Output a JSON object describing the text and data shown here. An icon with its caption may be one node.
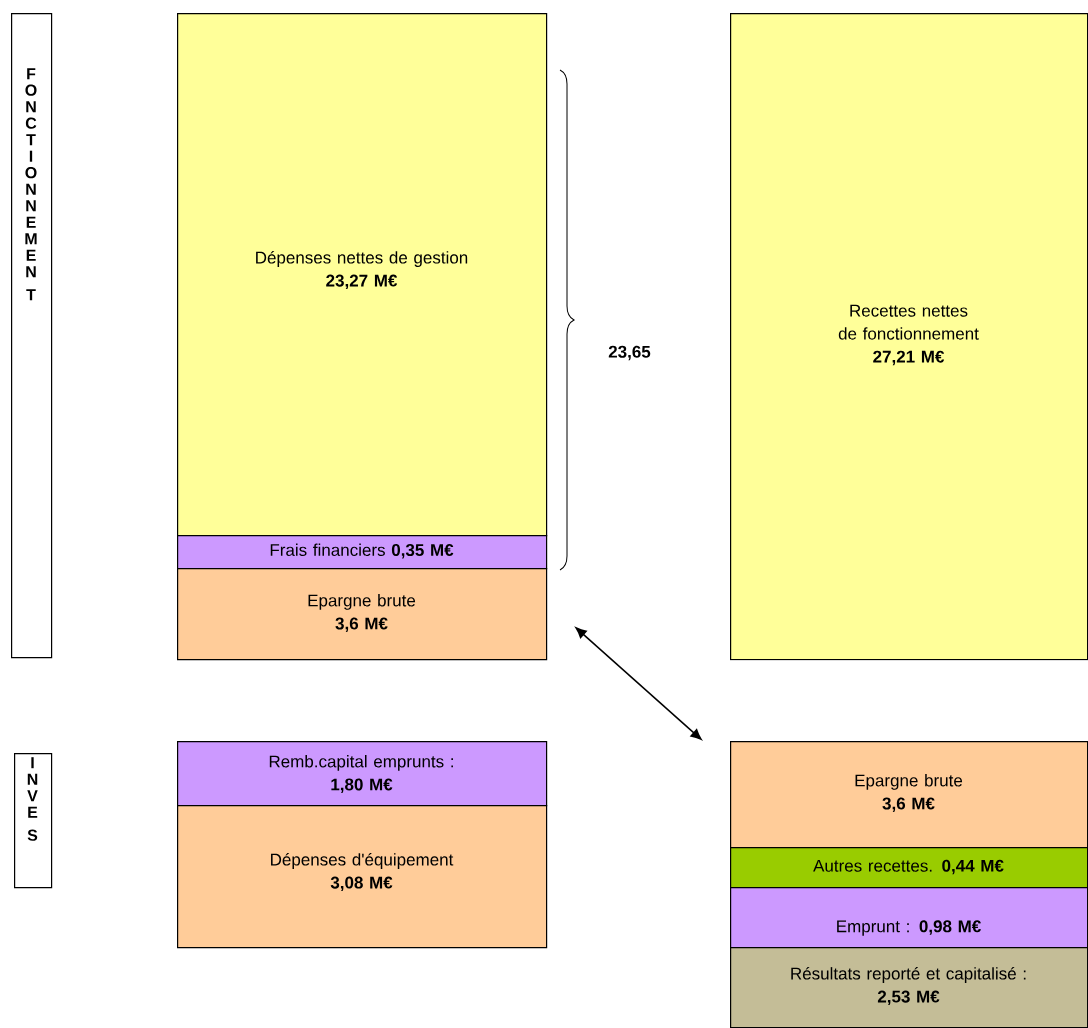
{
  "diagram": {
    "nodes": [
      {
        "text": [
          "FONCTIONNEMENT"
        ]
      },
      {
        "text": [
          "Dépenses nettes de gestion",
          "**23,27 M€**"
        ]
      },
      {
        "text": [
          "Frais financiers **0,35 M€**"
        ]
      },
      {
        "text": [
          "Epargne brute",
          "**3,6 M€**"
        ]
      },
      {
        "text": [
          "Recettes nettes de fonctionnement",
          "**27,21 M€**"
        ]
      },
      {
        "text": [
          "INVES"
        ]
      },
      {
        "text": [
          "Remb.capital emprunts :",
          "**1,80 M€**"
        ]
      },
      {
        "text": [
          "Dépenses d'équipement",
          "**3,08 M€**"
        ]
      },
      {
        "text": [
          "Epargne brute",
          "**3,6 M€**"
        ]
      },
      {
        "text": [
          "Autres recettes.  **0,44 M€**"
        ]
      },
      {
        "text": [
          "Emprunt : **0,98 M€**"
        ]
      },
      {
        "text": [
          "Résultats reporté  et capitalisé :",
          "**2,53 M€**"
        ]
      }
    ],
    "edges": [
      {
        "from": 3,
        "to": 8,
        "arrow": "both"
      }
    ],
    "labels": [
      "23,65"
    ]
  }
}
